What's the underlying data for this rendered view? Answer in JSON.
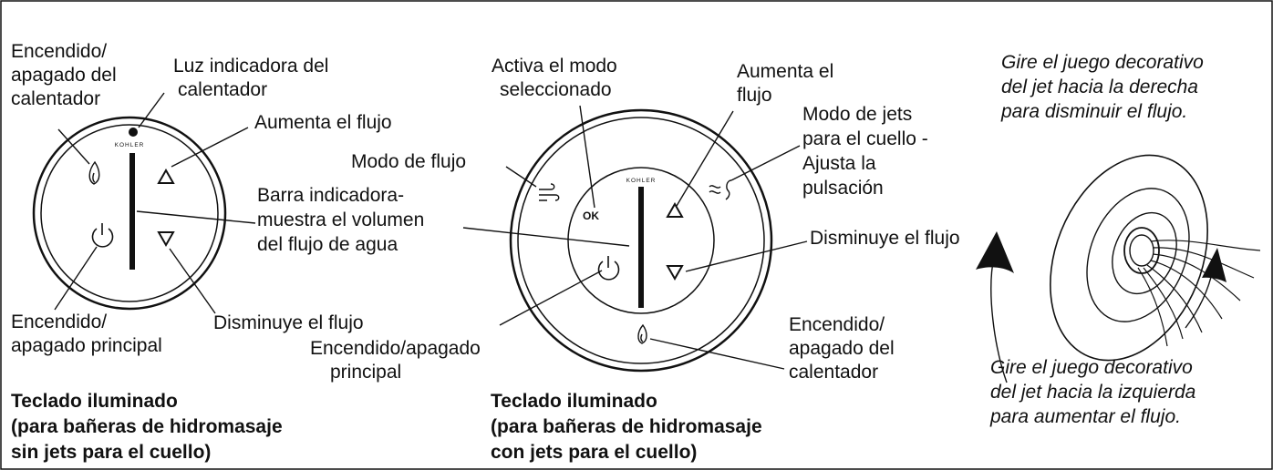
{
  "left": {
    "labels": {
      "heater_onoff": [
        "Encendido/",
        "apagado del",
        "calentador"
      ],
      "heater_light": [
        "Luz indicadora del",
        "calentador"
      ],
      "increase": "Aumenta el flujo",
      "bar": [
        "Barra indicadora-",
        "muestra el volumen",
        "del flujo de agua"
      ],
      "main_onoff": [
        "Encendido/",
        "apagado principal"
      ],
      "decrease": "Disminuye el flujo"
    },
    "brand": "KOHLER",
    "caption": [
      "Teclado iluminado",
      "(para bañeras de hidromasaje",
      "sin jets para el cuello)"
    ]
  },
  "middle": {
    "labels": {
      "activate": [
        "Activa el modo",
        "seleccionado"
      ],
      "increase": [
        "Aumenta el",
        "flujo"
      ],
      "neck_mode": [
        "Modo de jets",
        "para el cuello -",
        "Ajusta la",
        "pulsación"
      ],
      "flow_mode": "Modo de flujo",
      "decrease": "Disminuye el flujo",
      "main_onoff": [
        "Encendido/apagado",
        "principal"
      ],
      "heater_onoff": [
        "Encendido/",
        "apagado del",
        "calentador"
      ]
    },
    "brand": "KOHLER",
    "ok": "OK",
    "caption": [
      "Teclado iluminado",
      "(para bañeras de hidromasaje",
      "con jets para el cuello)"
    ]
  },
  "right": {
    "top_text": [
      "Gire el juego decorativo",
      "del jet hacia la derecha",
      "para disminuir el flujo."
    ],
    "bottom_text": [
      "Gire el juego decorativo",
      "del jet hacia la izquierda",
      "para aumentar el flujo."
    ]
  }
}
